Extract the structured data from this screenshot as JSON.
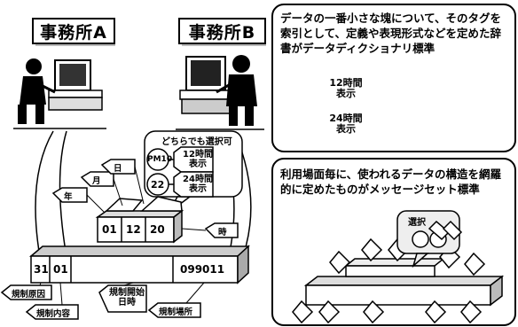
{
  "offices": {
    "a": "事務所A",
    "b": "事務所B"
  },
  "callout": {
    "title": "どちらでも選択可",
    "opt1_code": "PM10",
    "opt1_label": [
      "12時間",
      "表示"
    ],
    "opt2_code": "22",
    "opt2_label": [
      "24時間",
      "表示"
    ]
  },
  "box_labels": {
    "year": "年",
    "month": "月",
    "day": "日",
    "hour": "時",
    "cells_top": [
      "01",
      "12",
      "20"
    ],
    "cells_bottom_left": [
      "31",
      "01"
    ],
    "cell_bottom_right": "099011",
    "reg_cause": "規制原因",
    "reg_content": "規制内容",
    "reg_start": [
      "規制開始",
      "日時"
    ],
    "reg_place": "規制場所"
  },
  "panel_top": {
    "lines": [
      "データの一番小さな塊について、そのタグを",
      "索引として、定義や表現形式などを定めた辞",
      "書がデータディクショナリ標準"
    ],
    "tag1": [
      "12時間",
      "表示"
    ],
    "tag2": [
      "24時間",
      "表示"
    ]
  },
  "panel_bottom": {
    "lines": [
      "利用場面毎に、使われるデータの構造を網羅",
      "的に定めたものがメッセージセット標準"
    ],
    "select_label": "選択"
  }
}
